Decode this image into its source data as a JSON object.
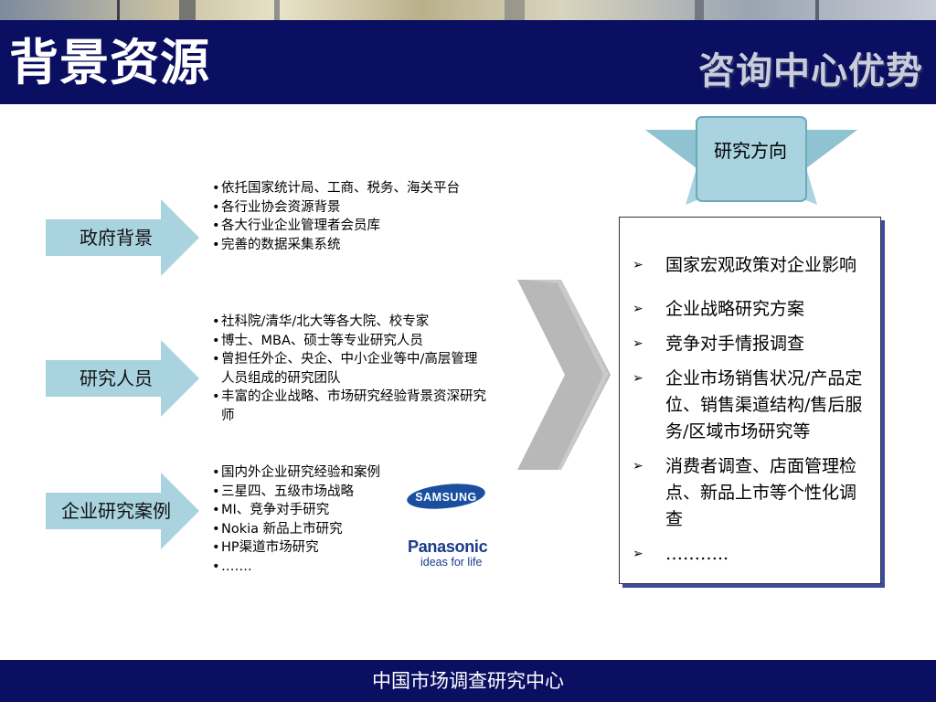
{
  "header": {
    "title": "背景资源",
    "subtitle": "咨询中心优势"
  },
  "sections": [
    {
      "label": "政府背景",
      "bullets": [
        "依托国家统计局、工商、税务、海关平台",
        "各行业协会资源背景",
        "各大行业企业管理者会员库",
        "完善的数据采集系统"
      ]
    },
    {
      "label": "研究人员",
      "bullets": [
        "社科院/清华/北大等各大院、校专家",
        "博士、MBA、硕士等专业研究人员",
        "曾担任外企、央企、中小企业等中/高层管理",
        "人员组成的研究团队",
        "丰富的企业战略、市场研究经验背景资深研究",
        "师"
      ]
    },
    {
      "label": "企业研究案例",
      "bullets": [
        "国内外企业研究经验和案例",
        "三星四、五级市场战略",
        "MI、竞争对手研究",
        "Nokia 新品上市研究",
        "HP渠道市场研究",
        "……."
      ]
    }
  ],
  "logos": {
    "samsung": "SAMSUNG",
    "panasonic": "Panasonic",
    "panasonic_tagline": "ideas for life"
  },
  "research": {
    "title": "研究方向",
    "items": [
      [
        "国家宏观政策对企业影响"
      ],
      [
        "企业战略研究方案"
      ],
      [
        "竞争对手情报调查"
      ],
      [
        "企业市场销售状况/产品定",
        "位、销售渠道结构/售后服",
        "务/区域市场研究等"
      ],
      [
        "消费者调查、店面管理检",
        "点、新品上市等个性化调",
        "查"
      ],
      [
        "……….."
      ]
    ]
  },
  "footer": {
    "text": "中国市场调查研究中心"
  },
  "colors": {
    "navy": "#0a0f61",
    "arrow_fill": "#a9d3df",
    "chevron": "#b8b8b8",
    "box_shadow": "#3d4aa0"
  },
  "icons": {
    "bullet_mark": "arrowhead-bullet-icon"
  }
}
